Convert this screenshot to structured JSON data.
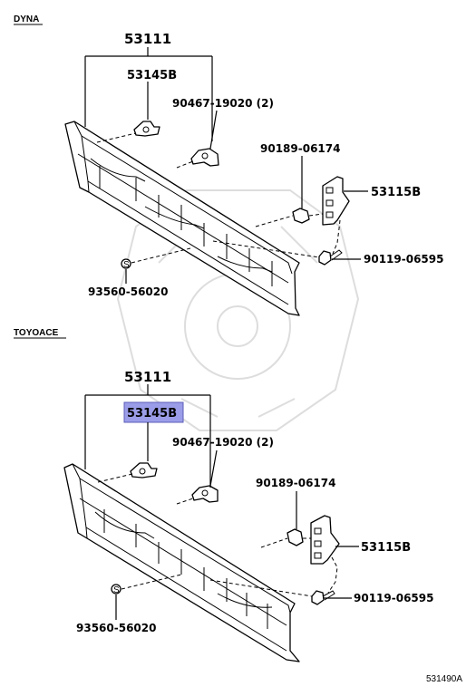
{
  "sections": {
    "dyna": "DYNA",
    "toyoace": "TOYOACE"
  },
  "dyna": {
    "grille_no": "53111",
    "retainer_no": "53145B",
    "clip_no": "90467-19020 (2)",
    "nut_no": "90189-06174",
    "bracket_no": "53115B",
    "bolt_no": "90119-06595",
    "screw_no": "93560-56020"
  },
  "toyoace": {
    "grille_no": "53111",
    "retainer_no": "53145B",
    "clip_no": "90467-19020 (2)",
    "nut_no": "90189-06174",
    "bracket_no": "53115B",
    "bolt_no": "90119-06595",
    "screw_no": "93560-56020"
  },
  "highlight": {
    "color": "#9b9de8",
    "part": "53145B"
  },
  "illustration_code": "531490A"
}
